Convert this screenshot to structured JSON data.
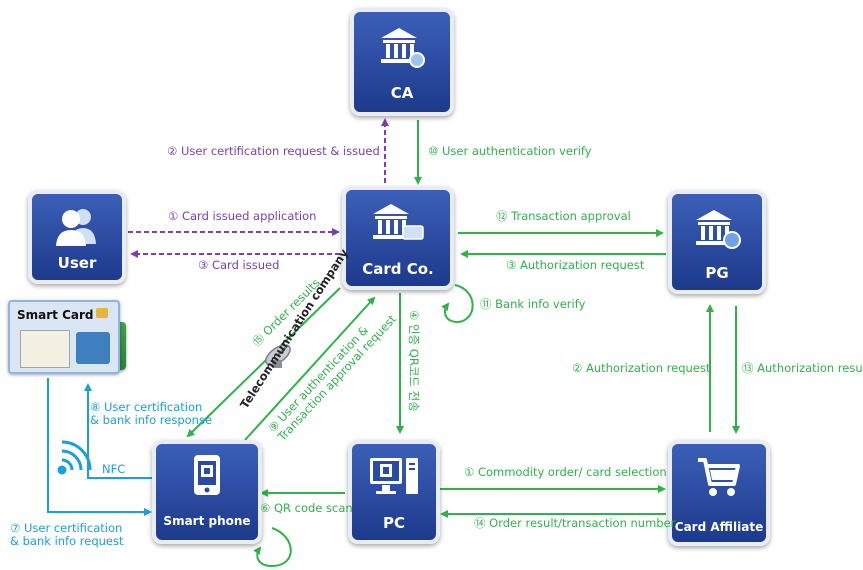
{
  "nodes": {
    "ca": "CA",
    "user": "User",
    "card_co": "Card Co.",
    "pg": "PG",
    "smart_phone": "Smart phone",
    "pc": "PC",
    "card_affiliate": "Card Affiliate",
    "smart_card": "Smart Card"
  },
  "edges": {
    "user_cert_request": "② User certification request & issued",
    "user_auth_verify": "⑩ User authentication verify",
    "card_issued_application": "① Card issued application",
    "card_issued": "③ Card issued",
    "transaction_approval": "⑫ Transaction approval",
    "authorization_request_pg": "③ Authorization request",
    "bank_info_verify": "⑪ Bank info verify",
    "authorization_request_aff": "② Authorization request",
    "authorization_result": "⑬ Authorization result",
    "order_results": "⑮ Order results",
    "telecom_company": "Telecommunication company",
    "user_auth_tx_line1": "⑨ User authentication &",
    "user_auth_tx_line2": "Transaction approval request",
    "qr_send": "④ 인증 QR코드 전송",
    "commodity_order": "① Commodity order/ card selection",
    "order_result_tx": "⑭ Order result/transaction number",
    "qr_scan": "⑥ QR code scan",
    "user_cert_response_line1": "⑧ User certification",
    "user_cert_response_line2": "& bank info response",
    "user_cert_request_line1": "⑦ User certification",
    "user_cert_request_line2": "& bank info request",
    "nfc": "NFC"
  },
  "colors": {
    "green": "#2fb24a",
    "purple": "#7a3fb0",
    "blue": "#1aa0d8",
    "node_blue": "#2a4aa3"
  }
}
